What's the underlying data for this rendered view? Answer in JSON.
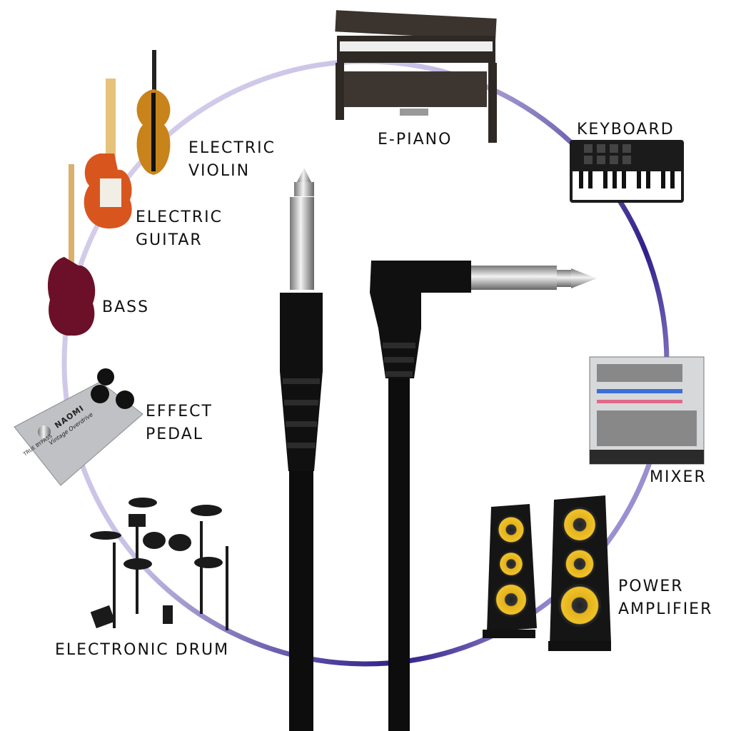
{
  "labels": {
    "e_piano": "E-PIANO",
    "keyboard": "KEYBOARD",
    "electric_violin": [
      "ELECTRIC",
      "VIOLIN"
    ],
    "electric_guitar": [
      "ELECTRIC",
      "GUITAR"
    ],
    "bass": "BASS",
    "effect_pedal": [
      "EFFECT",
      "PEDAL"
    ],
    "mixer": "MIXER",
    "electronic_drum": "ELECTRONIC DRUM",
    "power_amplifier": [
      "POWER",
      "AMPLIFIER"
    ]
  },
  "pedal_branding": {
    "brand": "NAOMI",
    "model": "Vintage Overdrive",
    "switch": "TRUE BYPASS"
  },
  "colors": {
    "ring_light": "#d8d2ec",
    "ring_dark": "#2f1f8a",
    "cable": "#0d0d0d",
    "plug_metal": "#b9b9b9",
    "speaker_cone": "#e3b21c"
  }
}
